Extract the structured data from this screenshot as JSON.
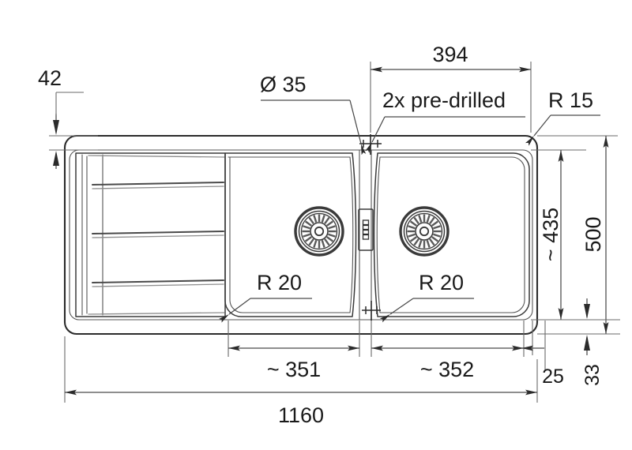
{
  "drawing": {
    "title": "Kitchen sink technical dimension drawing",
    "type": "engineering-dimension-drawing",
    "units": "mm",
    "view": "top plan view",
    "line_color": "#2b2b2b",
    "background_color": "#ffffff"
  },
  "dimensions": {
    "overall_width": "1160",
    "overall_depth": "500",
    "inner_depth": "~ 435",
    "rim_top_offset": "42",
    "rim_right_offset": "25",
    "rim_bottom_offset": "33",
    "tap_hole_diameter": "Ø 35",
    "tap_hole_note": "2x pre-drilled",
    "tap_hole_span": "394",
    "outer_corner_radius": "R 15",
    "left_bowl_corner_radius": "R 20",
    "right_bowl_corner_radius": "R 20",
    "left_bowl_width": "~ 351",
    "right_bowl_width": "~ 352"
  },
  "labels": {
    "d42": "42",
    "d35": "Ø 35",
    "predrilled": "2x pre-drilled",
    "d394": "394",
    "r15": "R 15",
    "r20_left": "R 20",
    "r20_right": "R 20",
    "d435": "~ 435",
    "d500": "500",
    "d351": "~ 351",
    "d352": "~ 352",
    "d25": "25",
    "d33": "33",
    "d1160": "1160"
  },
  "features": {
    "drainboard_grooves": 3,
    "strainers": 2,
    "bowls": 2,
    "divider_slot": 1,
    "tap_holes": 2
  }
}
